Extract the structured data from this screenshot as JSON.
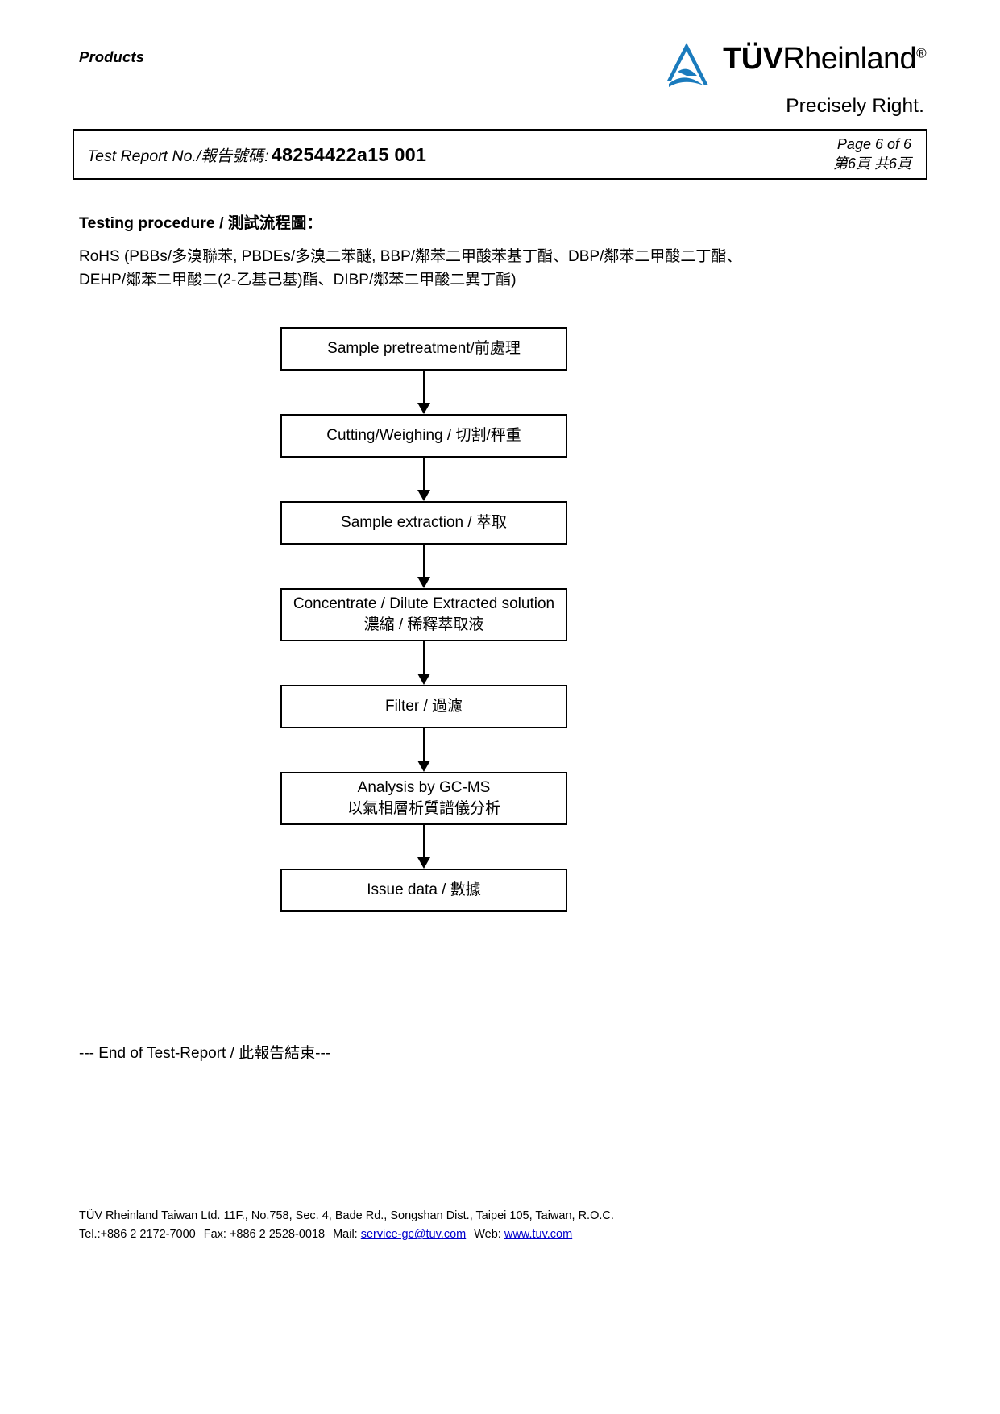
{
  "header": {
    "products_label": "Products",
    "logo": {
      "mark_name": "tuv-rheinland-triangle-logo",
      "word_tuv": "TÜV",
      "word_rheinland": "Rheinland",
      "registered_mark": "®",
      "tagline": "Precisely Right.",
      "brand_blue": "#1a7bbd"
    }
  },
  "report_box": {
    "label": "Test Report No./報告號碼",
    "colon": ":",
    "number": "48254422a15 001",
    "page_en": "Page 6 of 6",
    "page_zh": "第6頁 共6頁"
  },
  "body": {
    "section_title": "Testing procedure / 測試流程圖：",
    "scope_line1": "RoHS (PBBs/多溴聯苯, PBDEs/多溴二苯醚, BBP/鄰苯二甲酸苯基丁酯、DBP/鄰苯二甲酸二丁酯、",
    "scope_line2": "DEHP/鄰苯二甲酸二(2-乙基己基)酯、DIBP/鄰苯二甲酸二異丁酯)",
    "end_note": "--- End of Test-Report / 此報告結束---"
  },
  "flowchart": {
    "type": "flowchart",
    "orientation": "vertical",
    "steps": [
      {
        "id": "sample-pretreatment",
        "line1": "Sample pretreatment/前處理",
        "line2": ""
      },
      {
        "id": "cutting-weighing",
        "line1": "Cutting/Weighing / 切割/秤重",
        "line2": ""
      },
      {
        "id": "sample-extraction",
        "line1": "Sample extraction / 萃取",
        "line2": ""
      },
      {
        "id": "concentrate-dilute",
        "line1": "Concentrate / Dilute Extracted solution",
        "line2": "濃縮 / 稀釋萃取液"
      },
      {
        "id": "filter",
        "line1": "Filter / 過濾",
        "line2": ""
      },
      {
        "id": "analysis-gcms",
        "line1": "Analysis by GC-MS",
        "line2": "以氣相層析質譜儀分析"
      },
      {
        "id": "issue-data",
        "line1": "Issue data / 數據",
        "line2": ""
      }
    ]
  },
  "footer": {
    "address": "TÜV Rheinland Taiwan Ltd.  11F., No.758, Sec. 4, Bade Rd., Songshan Dist., Taipei 105, Taiwan, R.O.C.",
    "tel_label": "Tel.:+886 2 2172-7000",
    "fax_label": "Fax: +886 2 2528-0018",
    "mail_label": "Mail:",
    "mail_value": "service-gc@tuv.com",
    "web_label": "Web:",
    "web_value": "www.tuv.com"
  }
}
